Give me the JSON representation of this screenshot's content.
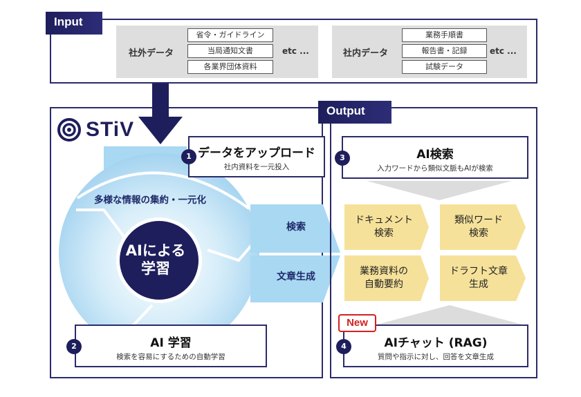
{
  "input": {
    "tab_label": "Input",
    "external": {
      "label": "社外データ",
      "items": [
        "省令・ガイドライン",
        "当局通知文書",
        "各業界団体資料"
      ],
      "etc": "etc ..."
    },
    "internal": {
      "label": "社内データ",
      "items": [
        "業務手順書",
        "報告書・記録",
        "試験データ"
      ],
      "etc": "etc ..."
    }
  },
  "stiv": {
    "logo_text": "STiV",
    "cycle_label": "多様な情報の集約・一元化",
    "center_label_line1": "AIによる",
    "center_label_line2": "学習",
    "functions": [
      "検索",
      "文章生成"
    ]
  },
  "steps": [
    {
      "number": "1",
      "title": "データをアップロード",
      "subtitle": "社内資料を一元投入"
    },
    {
      "number": "2",
      "title": "AI 学習",
      "subtitle": "検索を容易にするための自動学習"
    },
    {
      "number": "3",
      "title": "AI検索",
      "subtitle": "入力ワードから類似文脈もAIが検索"
    },
    {
      "number": "4",
      "title": "AIチャット (RAG)",
      "subtitle": "質問や指示に対し、回答を文章生成"
    }
  ],
  "output": {
    "tab_label": "Output",
    "features": [
      {
        "line1": "ドキュメント",
        "line2": "検索"
      },
      {
        "line1": "類似ワード",
        "line2": "検索"
      },
      {
        "line1": "業務資料の",
        "line2": "自動要約"
      },
      {
        "line1": "ドラフト文章",
        "line2": "生成"
      }
    ],
    "new_badge": "New"
  },
  "colors": {
    "navy": "#1e1e5c",
    "light_blue": "#a9d8f2",
    "yellow": "#f6e19a",
    "red": "#d42020",
    "gray": "#dedede"
  }
}
